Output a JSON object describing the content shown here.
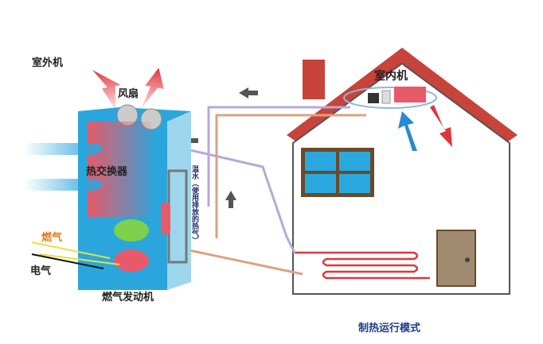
{
  "labels": {
    "outdoor_unit": "室外机",
    "fan": "风扇",
    "heat_exchanger": "热交换器",
    "gas": "燃气",
    "electricity": "电气",
    "gas_engine": "燃气发动机",
    "warm_water": "温水（使用排放的热气）",
    "indoor_unit": "室内机",
    "mode_caption": "制热运行模式"
  },
  "colors": {
    "unit_blue": "#2aa6dc",
    "hot_red": "#e0353a",
    "roof": "#c8433a",
    "window": "#2aa8e0",
    "door": "#a08a70",
    "pipe_purple": "#b7a8d8",
    "pipe_tan": "#d9a383",
    "caption": "#1e3c8c",
    "gas_label": "#e07a20"
  }
}
